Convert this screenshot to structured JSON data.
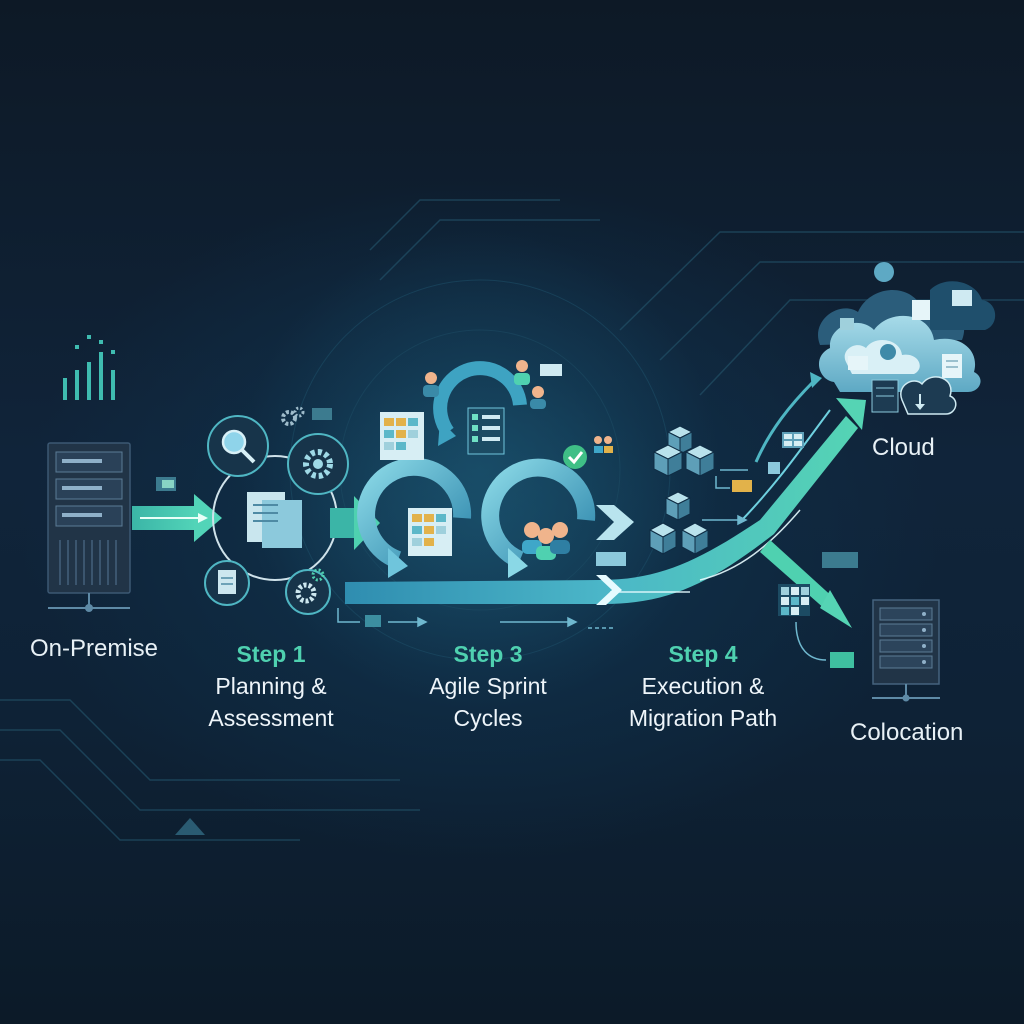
{
  "nodes": {
    "source": {
      "label": "On-Premise"
    },
    "cloud": {
      "label": "Cloud"
    },
    "colocation": {
      "label": "Colocation"
    }
  },
  "steps": [
    {
      "number": "Step 1",
      "title_line1": "Planning &",
      "title_line2": "Assessment"
    },
    {
      "number": "Step 3",
      "title_line1": "Agile Sprint",
      "title_line2": "Cycles"
    },
    {
      "number": "Step 4",
      "title_line1": "Execution &",
      "title_line2": "Migration Path"
    }
  ],
  "colors": {
    "background": "#0f1d2b",
    "accent_teal": "#4fd1b0",
    "accent_blue": "#3fa7c9",
    "text": "#e8f1f6"
  },
  "icons": [
    "server-icon",
    "magnifier-icon",
    "document-icon",
    "gear-icon",
    "kanban-board-icon",
    "checklist-icon",
    "team-icon",
    "checkmark-icon",
    "cube-cluster-icon",
    "cloud-icon",
    "colocation-server-icon"
  ]
}
